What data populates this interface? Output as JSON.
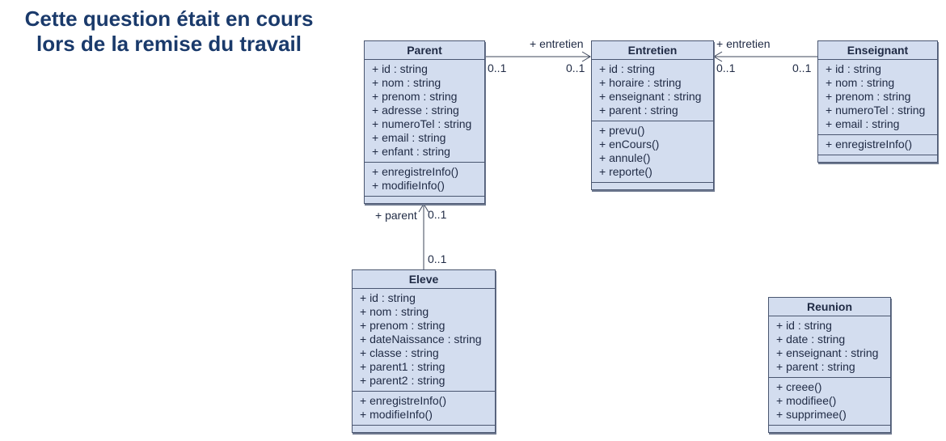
{
  "heading": {
    "line1": "Cette question était en cours",
    "line2": "lors de la remise du travail",
    "color": "#1a3a6b"
  },
  "classes": {
    "parent": {
      "name": "Parent",
      "attributes": [
        "+ id : string",
        "+ nom : string",
        "+ prenom : string",
        "+ adresse : string",
        "+ numeroTel : string",
        "+ email : string",
        "+ enfant : string"
      ],
      "operations": [
        "+ enregistreInfo()",
        "+ modifieInfo()"
      ]
    },
    "entretien": {
      "name": "Entretien",
      "attributes": [
        "+ id : string",
        "+ horaire : string",
        "+ enseignant : string",
        "+ parent : string"
      ],
      "operations": [
        "+ prevu()",
        "+ enCours()",
        "+ annule()",
        "+ reporte()"
      ]
    },
    "enseignant": {
      "name": "Enseignant",
      "attributes": [
        "+ id : string",
        "+ nom : string",
        "+ prenom : string",
        "+ numeroTel : string",
        "+ email : string"
      ],
      "operations": [
        "+ enregistreInfo()"
      ]
    },
    "eleve": {
      "name": "Eleve",
      "attributes": [
        "+ id : string",
        "+ nom : string",
        "+ prenom : string",
        "+ dateNaissance : string",
        "+ classe : string",
        "+ parent1 : string",
        "+ parent2 : string"
      ],
      "operations": [
        "+ enregistreInfo()",
        "+ modifieInfo()"
      ]
    },
    "reunion": {
      "name": "Reunion",
      "attributes": [
        "+ id : string",
        "+ date : string",
        "+ enseignant : string",
        "+ parent : string"
      ],
      "operations": [
        "+ creee()",
        "+ modifiee()",
        "+ supprimee()"
      ]
    }
  },
  "associations": {
    "parent_entretien": {
      "role": "+ entretien",
      "mult_source": "0..1",
      "mult_target": "0..1"
    },
    "enseignant_entretien": {
      "role": "+ entretien",
      "mult_target": "0..1",
      "mult_source": "0..1"
    },
    "eleve_parent": {
      "role": "+ parent",
      "mult_target": "0..1",
      "mult_source": "0..1"
    }
  },
  "colors": {
    "class_fill": "#d3ddef",
    "class_border": "#4a5670",
    "text": "#1f2a44"
  }
}
